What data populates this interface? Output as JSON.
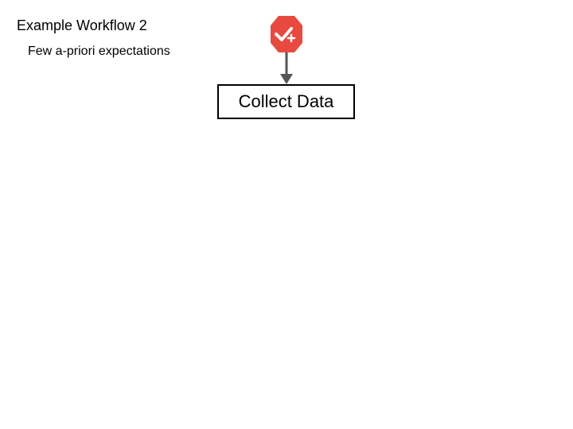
{
  "title": "Example Workflow 2",
  "subtitle": "Few a-priori expectations",
  "workflow": {
    "start_icon": "check-plus-icon",
    "start_icon_color": "#e84a3f",
    "connector_color": "#555555",
    "steps": [
      {
        "label": "Collect Data"
      }
    ]
  }
}
